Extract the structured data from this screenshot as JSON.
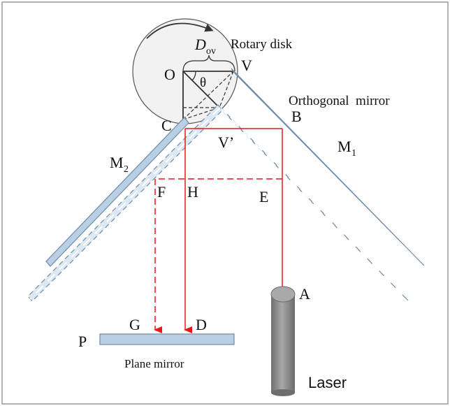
{
  "labels": {
    "rotary_disk": "Rotary disk",
    "d_main": "D",
    "d_sub": "ov",
    "point_o": "O",
    "point_v": "V",
    "theta": "θ",
    "point_c": "C",
    "point_v_prime": "V’",
    "point_b": "B",
    "orthogonal_mirror": "Orthogonal  mirror",
    "m1_main": "M",
    "m1_sub": "1",
    "m2_main": "M",
    "m2_sub": "2",
    "point_f": "F",
    "point_h": "H",
    "point_e": "E",
    "point_a": "A",
    "point_g": "G",
    "point_d": "D",
    "point_p": "P",
    "plane_mirror": "Plane mirror",
    "laser": "Laser"
  },
  "colors": {
    "beam": "#e8161b",
    "mirror_fill": "#b9cfe3",
    "mirror_stroke": "#6d8aa6",
    "disk_fill": "#f2f2f2",
    "laser_body": "#8c8c8c",
    "laser_top": "#a9a9a9"
  },
  "icons": {
    "rotation": "clockwise-arrow-icon"
  }
}
